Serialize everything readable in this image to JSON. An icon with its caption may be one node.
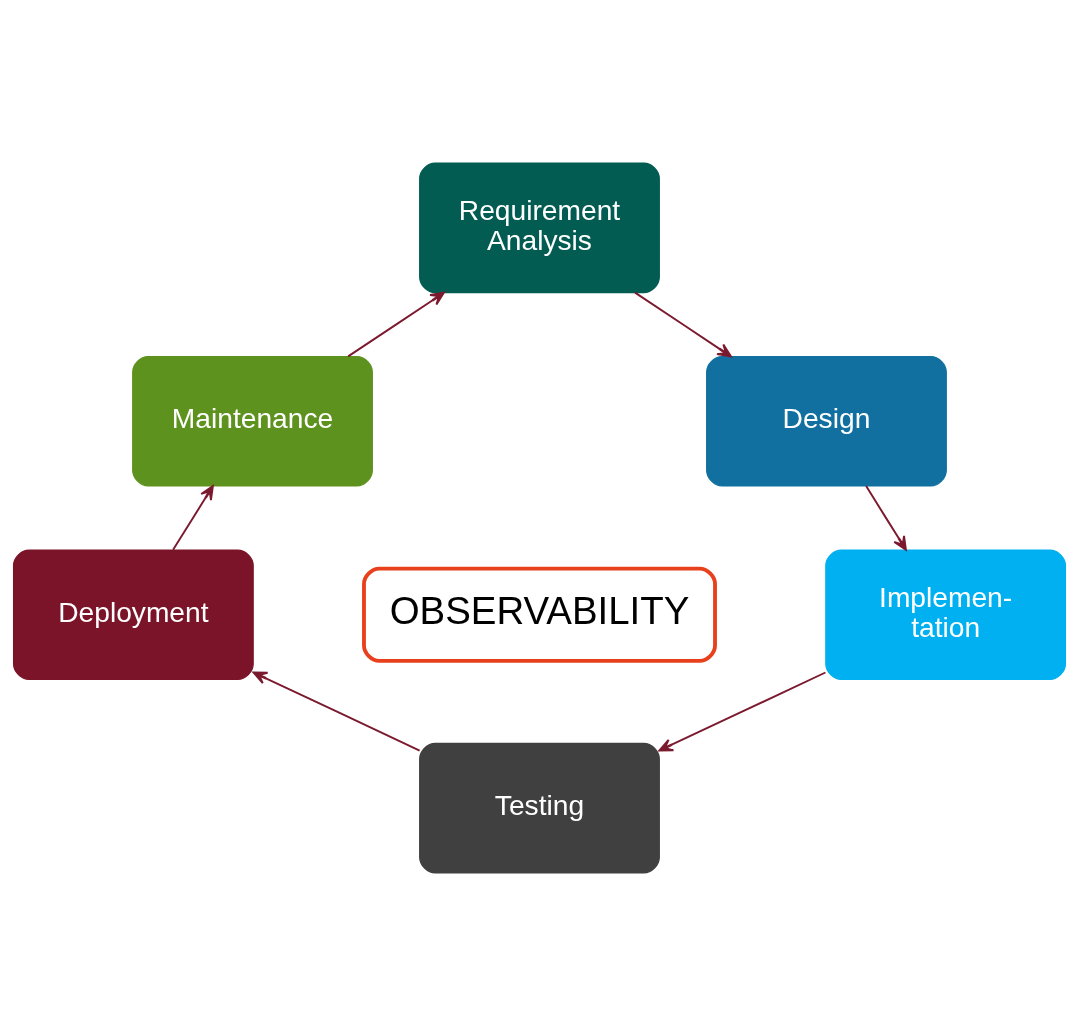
{
  "diagram": {
    "nodes": [
      {
        "text": [
          "Requirement Analysis"
        ]
      },
      {
        "text": [
          "Design"
        ]
      },
      {
        "text": [
          "Implemen- tation"
        ]
      },
      {
        "text": [
          "Testing"
        ]
      },
      {
        "text": [
          "Deployment"
        ]
      },
      {
        "text": [
          "Maintenance"
        ]
      },
      {
        "text": [
          "OBSERVABILITY"
        ]
      }
    ],
    "edges": [
      {
        "from": 0,
        "to": 1,
        "arrow": "to"
      },
      {
        "from": 1,
        "to": 2,
        "arrow": "to"
      },
      {
        "from": 2,
        "to": 3,
        "arrow": "to"
      },
      {
        "from": 3,
        "to": 4,
        "arrow": "to"
      },
      {
        "from": 4,
        "to": 5,
        "arrow": "to"
      },
      {
        "from": 5,
        "to": 0,
        "arrow": "to"
      }
    ]
  }
}
